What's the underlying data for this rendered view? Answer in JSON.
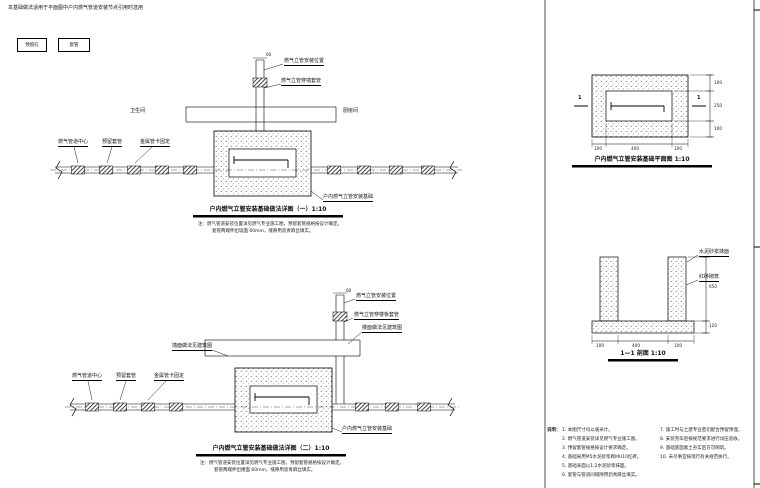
{
  "sheet": {
    "top_note": "本基础做法适用于平面图中户内燃气管道安装节点引用时选用",
    "legend_boxes": [
      "预留孔",
      "套管"
    ]
  },
  "d1": {
    "riser_dim": "60",
    "riser_label1": "燃气立管安装位置",
    "riser_label2": "燃气立管穿墙套管",
    "room_left": "卫生间",
    "room_right": "厨房间",
    "lead1": "燃气管道中心",
    "lead2": "预留套管",
    "lead3": "金属管卡固定",
    "box_label": "户内燃气立管安装基础",
    "title": "户内燃气立管安装基础做法详图（一）1:10",
    "note1": "注：燃气管道安装位置详见燃气专业施工图，预留套管规格按设计确定。",
    "note2": "套管两端伸出墙面 60mm，缝隙用沥青麻丝填实。"
  },
  "d2": {
    "riser_dim": "60",
    "riser_label1": "燃气立管安装位置",
    "riser_label2": "燃气立管穿楼板套管",
    "diag_right": "楼面做法见建筑图",
    "diag_left": "墙面做法见建筑图",
    "lead1": "燃气管道中心",
    "lead2": "预留套管",
    "lead3": "金属管卡固定",
    "box_label": "户内燃气立管安装基础",
    "title": "户内燃气立管安装基础做法详图（二）1:10",
    "note1": "注：燃气管道安装位置详见燃气专业施工图，预留套管规格按设计确定。",
    "note2": "套管两端伸出楼面 60mm，缝隙用沥青麻丝填实。"
  },
  "plan": {
    "title": "户内燃气立管安装基础平面图 1:10",
    "mark_left": "1",
    "mark_right": "1",
    "dim_right": [
      "100",
      "250",
      "100"
    ],
    "dim_bottom": [
      "100",
      "400",
      "100"
    ]
  },
  "sec": {
    "title": "1—1 剖面 1:10",
    "label1": "水泥砂浆抹面",
    "label2": "红砖砌筑",
    "dim_right": [
      "650",
      "120"
    ],
    "dim_bottom": [
      "100",
      "400",
      "100"
    ]
  },
  "notes": {
    "heading": "说明：",
    "col1": [
      "1. 本图尺寸均以毫米计。",
      "2. 燃气管道安装详见燃气专业施工图。",
      "3. 预留套管规格按设计要求确定。",
      "4. 基础采用M5水泥砂浆砌MU10红砖。",
      "5. 基础表面以1:2水泥砂浆抹面。",
      "6. 套管与管道间缝隙用沥青麻丝填实。"
    ],
    "col2": [
      "7. 施工时与土建专业密切配合预留预埋。",
      "8. 安装完毕后按规范要求进行试压验收。",
      "9. 基础底面素土夯实后方可砌筑。",
      "10. 未尽事宜按现行有关规范执行。"
    ]
  }
}
